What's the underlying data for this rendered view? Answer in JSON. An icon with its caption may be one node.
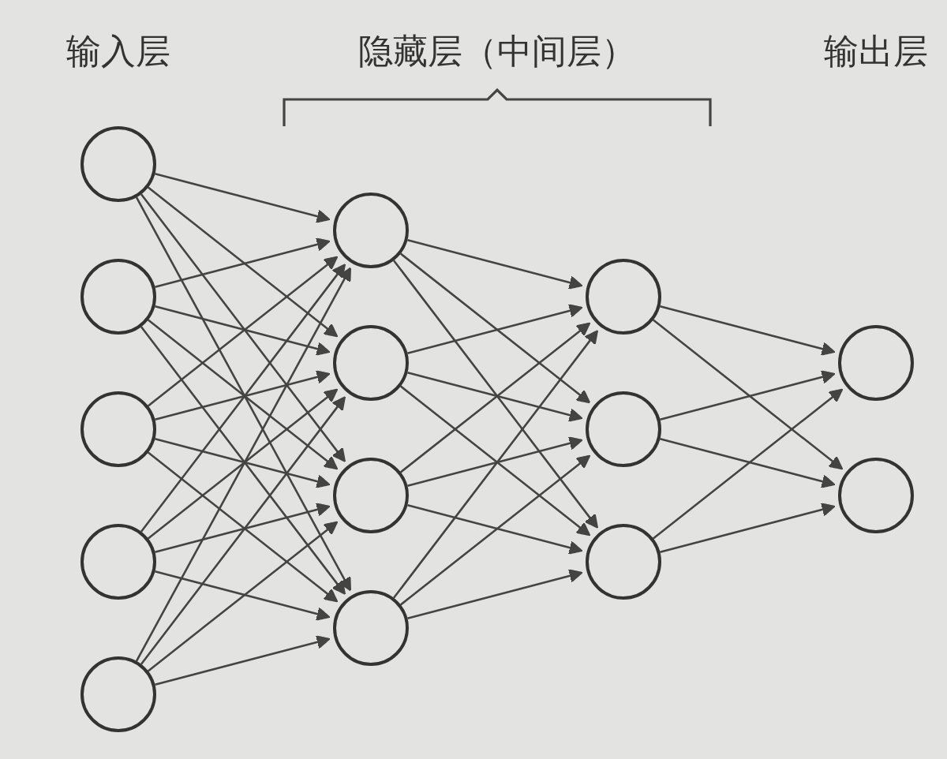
{
  "diagram": {
    "nodes": [
      {
        "text": [],
        "shape": "circle"
      },
      {
        "text": [],
        "shape": "circle"
      },
      {
        "text": [],
        "shape": "circle"
      },
      {
        "text": [],
        "shape": "circle"
      },
      {
        "text": [],
        "shape": "circle"
      },
      {
        "text": [],
        "shape": "circle"
      },
      {
        "text": [],
        "shape": "circle"
      },
      {
        "text": [],
        "shape": "circle"
      },
      {
        "text": [],
        "shape": "circle"
      },
      {
        "text": [],
        "shape": "circle"
      },
      {
        "text": [],
        "shape": "circle"
      },
      {
        "text": [],
        "shape": "circle"
      },
      {
        "text": [],
        "shape": "circle"
      },
      {
        "text": [],
        "shape": "circle"
      }
    ],
    "edges": [
      {
        "from": 0,
        "to": 5,
        "arrow": "to"
      },
      {
        "from": 0,
        "to": 6,
        "arrow": "to"
      },
      {
        "from": 0,
        "to": 7,
        "arrow": "to"
      },
      {
        "from": 0,
        "to": 8,
        "arrow": "to"
      },
      {
        "from": 1,
        "to": 5,
        "arrow": "to"
      },
      {
        "from": 1,
        "to": 6,
        "arrow": "to"
      },
      {
        "from": 1,
        "to": 7,
        "arrow": "to"
      },
      {
        "from": 1,
        "to": 8,
        "arrow": "to"
      },
      {
        "from": 2,
        "to": 5,
        "arrow": "to"
      },
      {
        "from": 2,
        "to": 6,
        "arrow": "to"
      },
      {
        "from": 2,
        "to": 7,
        "arrow": "to"
      },
      {
        "from": 2,
        "to": 8,
        "arrow": "to"
      },
      {
        "from": 3,
        "to": 5,
        "arrow": "to"
      },
      {
        "from": 3,
        "to": 6,
        "arrow": "to"
      },
      {
        "from": 3,
        "to": 7,
        "arrow": "to"
      },
      {
        "from": 3,
        "to": 8,
        "arrow": "to"
      },
      {
        "from": 4,
        "to": 5,
        "arrow": "to"
      },
      {
        "from": 4,
        "to": 6,
        "arrow": "to"
      },
      {
        "from": 4,
        "to": 7,
        "arrow": "to"
      },
      {
        "from": 4,
        "to": 8,
        "arrow": "to"
      },
      {
        "from": 5,
        "to": 9,
        "arrow": "to"
      },
      {
        "from": 5,
        "to": 10,
        "arrow": "to"
      },
      {
        "from": 5,
        "to": 11,
        "arrow": "to"
      },
      {
        "from": 6,
        "to": 9,
        "arrow": "to"
      },
      {
        "from": 6,
        "to": 10,
        "arrow": "to"
      },
      {
        "from": 6,
        "to": 11,
        "arrow": "to"
      },
      {
        "from": 7,
        "to": 9,
        "arrow": "to"
      },
      {
        "from": 7,
        "to": 10,
        "arrow": "to"
      },
      {
        "from": 7,
        "to": 11,
        "arrow": "to"
      },
      {
        "from": 8,
        "to": 9,
        "arrow": "to"
      },
      {
        "from": 8,
        "to": 10,
        "arrow": "to"
      },
      {
        "from": 8,
        "to": 11,
        "arrow": "to"
      },
      {
        "from": 9,
        "to": 12,
        "arrow": "to"
      },
      {
        "from": 9,
        "to": 13,
        "arrow": "to"
      },
      {
        "from": 10,
        "to": 12,
        "arrow": "to"
      },
      {
        "from": 10,
        "to": 13,
        "arrow": "to"
      },
      {
        "from": 11,
        "to": 12,
        "arrow": "to"
      },
      {
        "from": 11,
        "to": 13,
        "arrow": "to"
      }
    ],
    "labels": [
      "输入层",
      "隐藏层（中间层）",
      "输出层"
    ]
  }
}
